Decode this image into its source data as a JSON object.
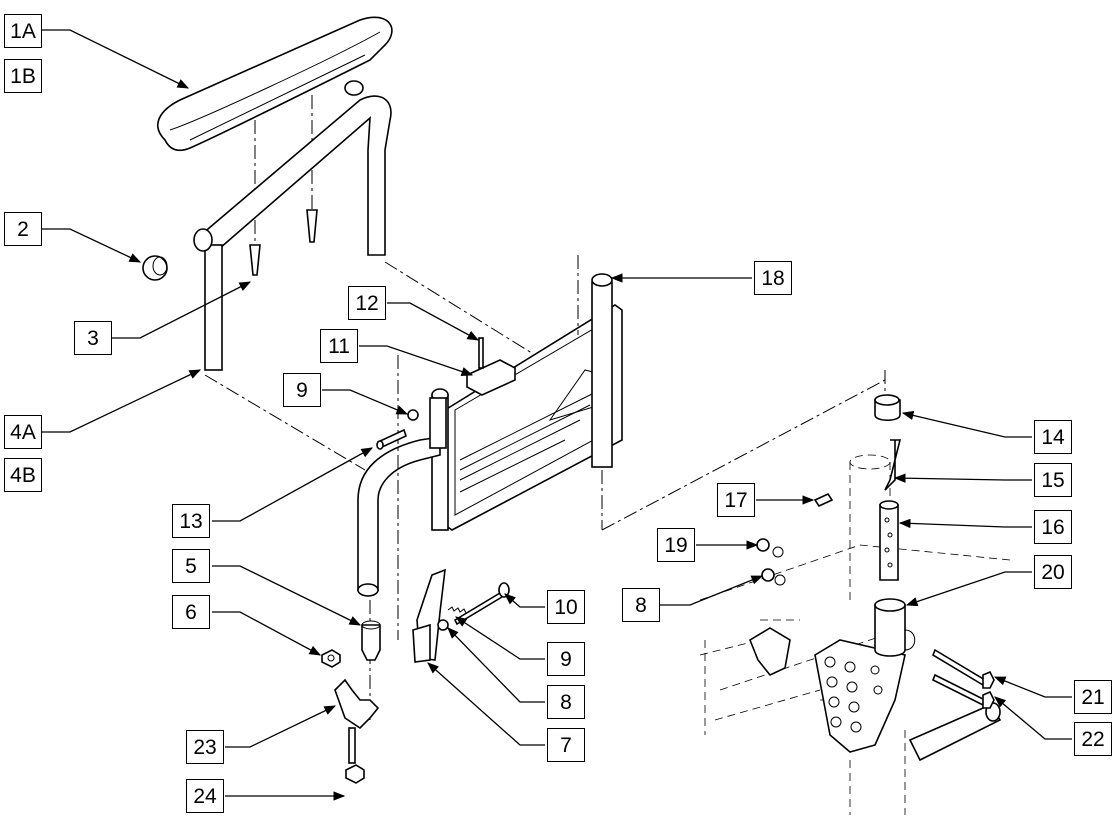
{
  "callouts": [
    {
      "id": "c-1A",
      "label": "1A"
    },
    {
      "id": "c-1B",
      "label": "1B"
    },
    {
      "id": "c-2",
      "label": "2"
    },
    {
      "id": "c-3",
      "label": "3"
    },
    {
      "id": "c-4A",
      "label": "4A"
    },
    {
      "id": "c-4B",
      "label": "4B"
    },
    {
      "id": "c-5",
      "label": "5"
    },
    {
      "id": "c-6",
      "label": "6"
    },
    {
      "id": "c-7",
      "label": "7"
    },
    {
      "id": "c-8a",
      "label": "8"
    },
    {
      "id": "c-8b",
      "label": "8"
    },
    {
      "id": "c-9a",
      "label": "9"
    },
    {
      "id": "c-9b",
      "label": "9"
    },
    {
      "id": "c-10",
      "label": "10"
    },
    {
      "id": "c-11",
      "label": "11"
    },
    {
      "id": "c-12",
      "label": "12"
    },
    {
      "id": "c-13",
      "label": "13"
    },
    {
      "id": "c-14",
      "label": "14"
    },
    {
      "id": "c-15",
      "label": "15"
    },
    {
      "id": "c-16",
      "label": "16"
    },
    {
      "id": "c-17",
      "label": "17"
    },
    {
      "id": "c-18",
      "label": "18"
    },
    {
      "id": "c-19",
      "label": "19"
    },
    {
      "id": "c-20",
      "label": "20"
    },
    {
      "id": "c-21",
      "label": "21"
    },
    {
      "id": "c-22",
      "label": "22"
    },
    {
      "id": "c-23",
      "label": "23"
    },
    {
      "id": "c-24",
      "label": "24"
    }
  ]
}
